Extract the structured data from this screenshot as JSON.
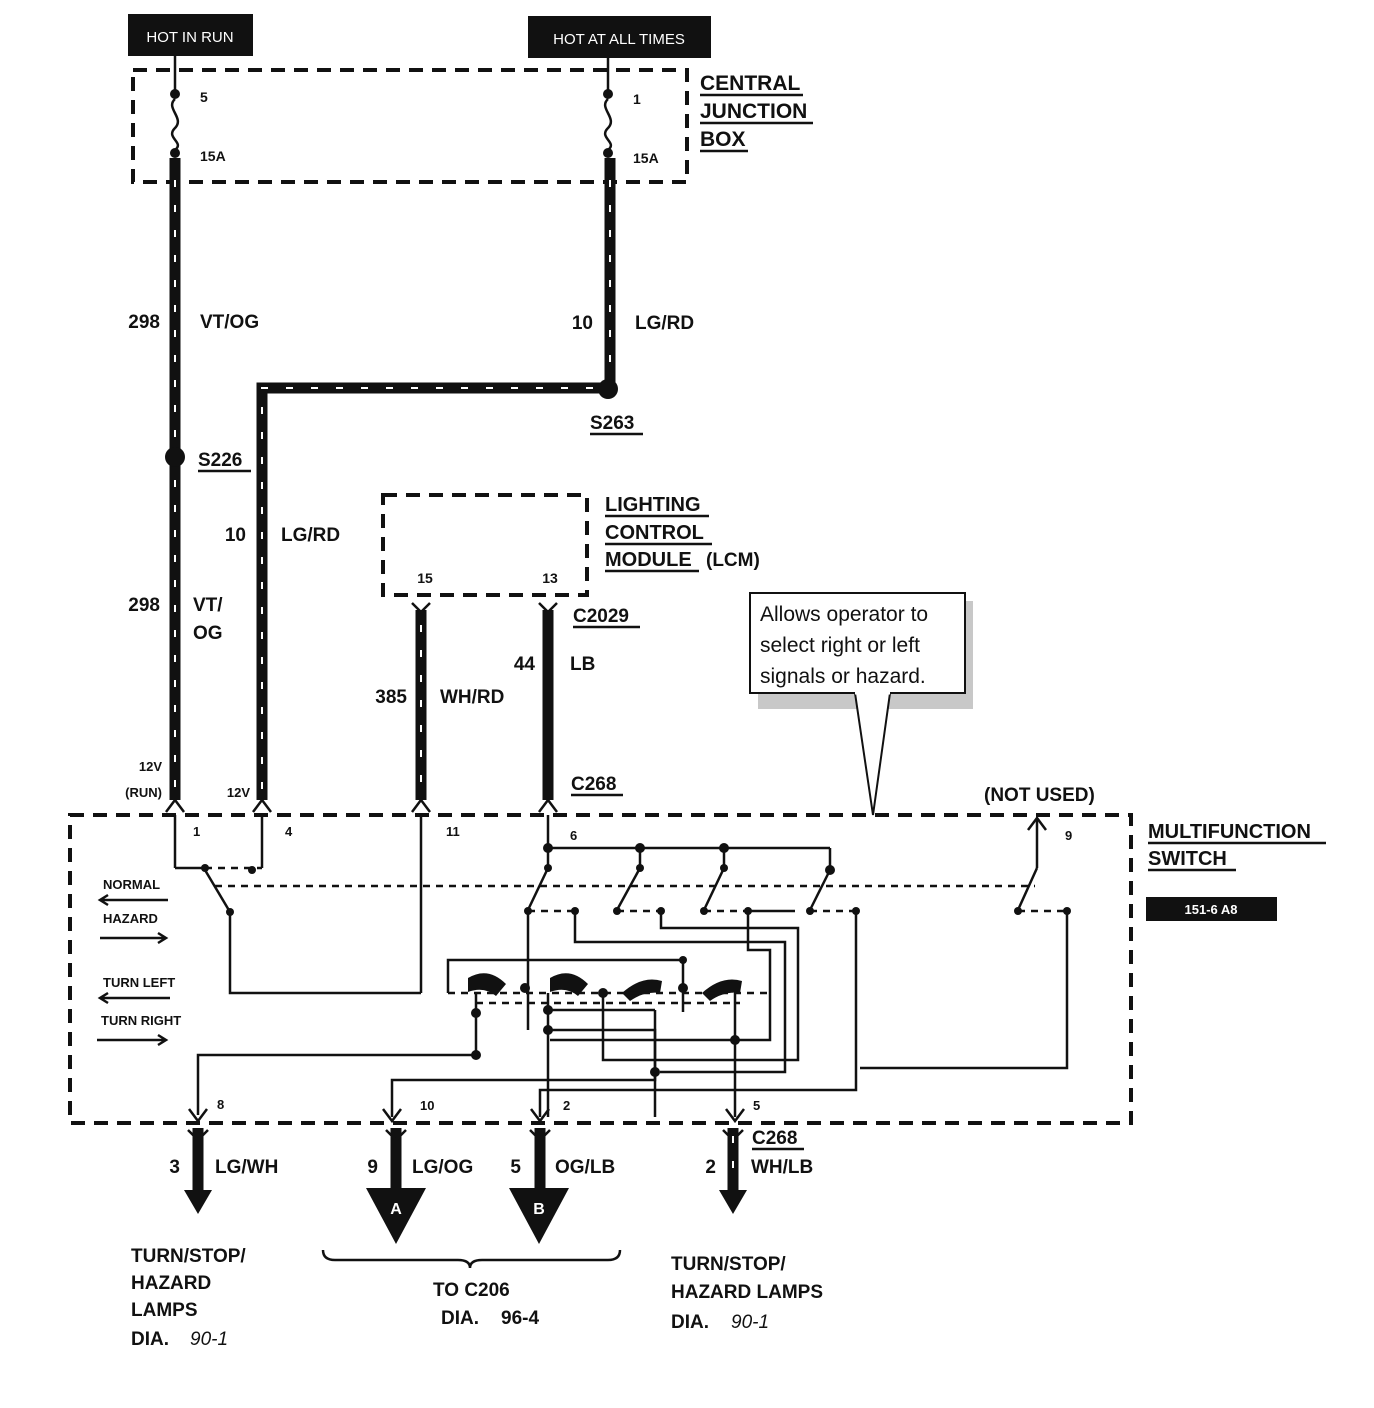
{
  "power": {
    "hot_in_run": "HOT IN RUN",
    "hot_at_all_times": "HOT AT ALL TIMES"
  },
  "central_junction_box": {
    "title": [
      "CENTRAL",
      "JUNCTION",
      "BOX"
    ],
    "fuse_left": {
      "number": "5",
      "rating": "15A"
    },
    "fuse_right": {
      "number": "1",
      "rating": "15A"
    }
  },
  "wires": {
    "w298_top": {
      "circuit": "298",
      "color": "VT/OG"
    },
    "w10_top": {
      "circuit": "10",
      "color": "LG/RD"
    },
    "w10_mid": {
      "circuit": "10",
      "color": "LG/RD"
    },
    "w298_mid": {
      "circuit": "298",
      "color_line1": "VT/",
      "color_line2": "OG"
    },
    "w385": {
      "circuit": "385",
      "color": "WH/RD"
    },
    "w44": {
      "circuit": "44",
      "color": "LB"
    },
    "w3": {
      "circuit": "3",
      "color": "LG/WH"
    },
    "w9": {
      "circuit": "9",
      "color": "LG/OG"
    },
    "w5": {
      "circuit": "5",
      "color": "OG/LB"
    },
    "w2": {
      "circuit": "2",
      "color": "WH/LB"
    }
  },
  "splices": {
    "s263": "S263",
    "s226": "S226"
  },
  "lcm": {
    "title": [
      "LIGHTING",
      "CONTROL",
      "MODULE"
    ],
    "suffix": "(LCM)",
    "pin_a": "15",
    "pin_b": "13"
  },
  "connectors": {
    "c2029": "C2029",
    "c268_top": "C268",
    "c268_bottom": "C268"
  },
  "callout": {
    "lines": [
      "Allows operator to",
      "select right or left",
      "signals or hazard."
    ]
  },
  "multifunction_switch": {
    "title": [
      "MULTIFUNCTION",
      "SWITCH"
    ],
    "not_used": "(NOT USED)",
    "v12_run_line1": "12V",
    "v12_run_line2": "(RUN)",
    "v12": "12V",
    "pins_top": [
      "1",
      "4",
      "11",
      "6",
      "9"
    ],
    "pins_bottom": [
      "8",
      "10",
      "2",
      "5"
    ],
    "legend": {
      "normal": "NORMAL",
      "hazard": "HAZARD",
      "turn_left": "TURN LEFT",
      "turn_right": "TURN RIGHT"
    },
    "ref_code": "151-6 A8"
  },
  "off_page": {
    "a": "A",
    "b": "B"
  },
  "destinations": {
    "left": {
      "lines": [
        "TURN/STOP/",
        "HAZARD",
        "LAMPS"
      ],
      "dia_label": "DIA.",
      "dia_ref": "90-1"
    },
    "center": {
      "line1": "TO C206",
      "dia_label": "DIA.",
      "dia_ref": "96-4"
    },
    "right": {
      "lines": [
        "TURN/STOP/",
        "HAZARD LAMPS"
      ],
      "dia_label": "DIA.",
      "dia_ref": "90-1"
    }
  }
}
